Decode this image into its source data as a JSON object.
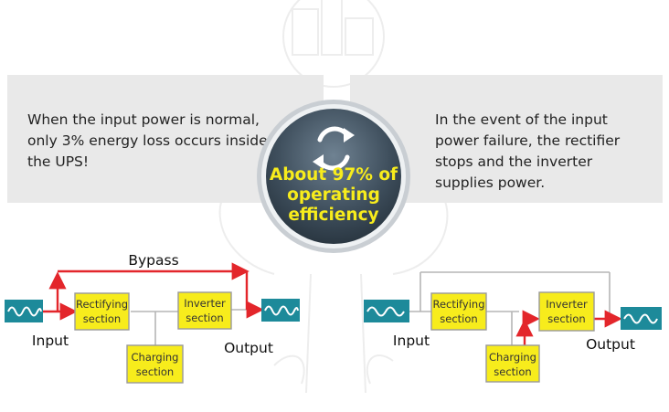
{
  "left_panel": {
    "text": "When the input power is normal, only 3% energy loss occurs inside the UPS!"
  },
  "right_panel": {
    "text": "In the event of the input power failure, the rectifier stops and the inverter supplies power."
  },
  "badge": {
    "text": "About 97% of operating efficiency",
    "icon": "refresh-icon",
    "text_color": "#f7ec1c"
  },
  "left_diagram": {
    "bypass": "Bypass",
    "input": "Input",
    "output": "Output",
    "rectifying": [
      "Rectifying",
      "section"
    ],
    "inverter": [
      "Inverter",
      "section"
    ],
    "charging": [
      "Charging",
      "section"
    ]
  },
  "right_diagram": {
    "input": "Input",
    "output": "Output",
    "rectifying": [
      "Rectifying",
      "section"
    ],
    "inverter": [
      "Inverter",
      "section"
    ],
    "charging": [
      "Charging",
      "section"
    ]
  },
  "colors": {
    "flow_active": "#e3262b",
    "line_inactive": "#b5b5b5",
    "section_box": "#f7ec1c",
    "ac_source": "#1d8a9a"
  }
}
